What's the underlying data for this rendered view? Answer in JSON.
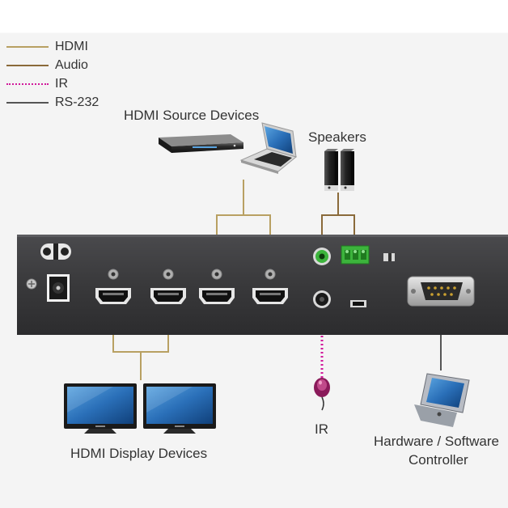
{
  "legend": [
    {
      "label": "HDMI",
      "color": "#b8a062",
      "style": "solid"
    },
    {
      "label": "Audio",
      "color": "#8a6a3a",
      "style": "solid"
    },
    {
      "label": "IR",
      "color": "#d11a9b",
      "style": "dotted"
    },
    {
      "label": "RS-232",
      "color": "#555555",
      "style": "solid"
    }
  ],
  "labels": {
    "hdmi_sources": "HDMI Source Devices",
    "speakers": "Speakers",
    "ir": "IR",
    "displays": "HDMI Display Devices",
    "controller_line1": "Hardware / Software",
    "controller_line2": "Controller"
  },
  "colors": {
    "hdmi_cable": "#b8a062",
    "audio_cable": "#8a6a3a",
    "ir_cable": "#d11a9b",
    "rs232_cable": "#555555",
    "device_body": "#3a3a3c",
    "terminal_green": "#3cb43c"
  },
  "icons": [
    "blu-ray-player-icon",
    "laptop-icon",
    "speaker-icon",
    "monitor-icon",
    "ir-receiver-icon",
    "touch-panel-icon",
    "power-jack-icon",
    "hdmi-port-icon",
    "serial-port-icon"
  ]
}
